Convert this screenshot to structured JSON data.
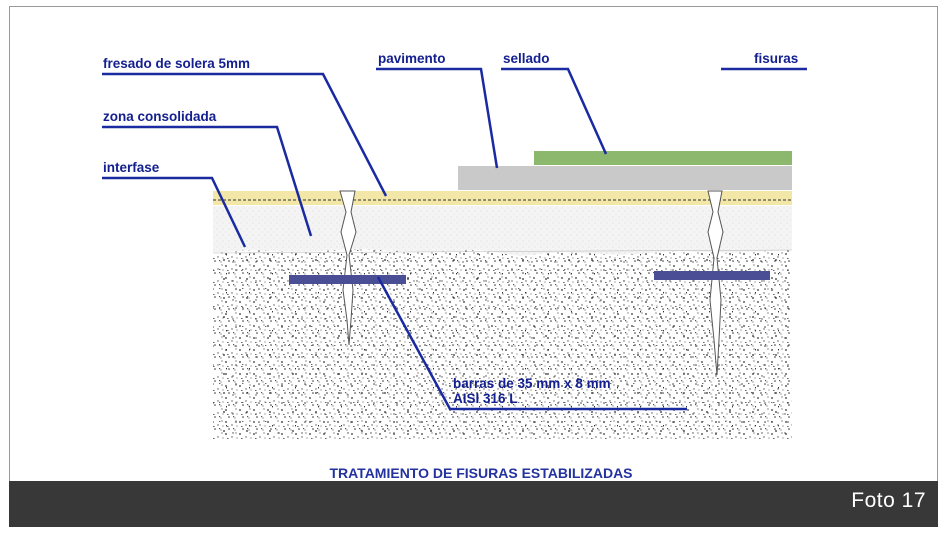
{
  "labels": {
    "fresado": "fresado de solera 5mm",
    "pavimento": "pavimento",
    "sellado": "sellado",
    "fisuras": "fisuras",
    "zona": "zona consolidada",
    "interfase": "interfase",
    "barras_line1": "barras de 35 mm x 8 mm",
    "barras_line2": "AISI 316 L"
  },
  "caption": "TRATAMIENTO DE FISURAS ESTABILIZADAS",
  "footer": "Foto 17",
  "colors": {
    "label_text": "#14208f",
    "leader_line": "#1a2aa0",
    "sealant": "#8bb86d",
    "pavement": "#c9c9c9",
    "solera": "#f3e7a8",
    "consolidated": "#f2f2f2",
    "bars": "#4a4f95",
    "footer_bar": "#383838"
  }
}
